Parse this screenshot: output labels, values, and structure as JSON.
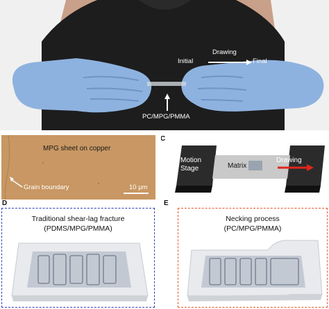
{
  "panel_a": {
    "label_initial": "Initial",
    "label_drawing": "Drawing",
    "label_final": "Final",
    "label_sample": "PC/MPG/PMMA"
  },
  "panel_b": {
    "title": "MPG sheet on copper",
    "grain_label": "Grain boundary",
    "scale_label": "10 μm"
  },
  "panel_c": {
    "letter": "C",
    "stage_label": "Motion\nStage",
    "matrix_label": "Matrix",
    "drawing_label": "Drawing"
  },
  "panel_d": {
    "letter": "D",
    "title_line1": "Traditional shear-lag fracture",
    "title_line2": "(PDMS/MPG/PMMA)"
  },
  "panel_e": {
    "letter": "E",
    "title_line1": "Necking process",
    "title_line2": "(PC/MPG/PMMA)"
  },
  "colors": {
    "glove": "#8eb2df",
    "shirt": "#1d1d1d",
    "copper": "#c89763",
    "arrow_red": "#e0261c",
    "frame_blue": "#2c3fb8",
    "frame_orange": "#e25a2a"
  }
}
